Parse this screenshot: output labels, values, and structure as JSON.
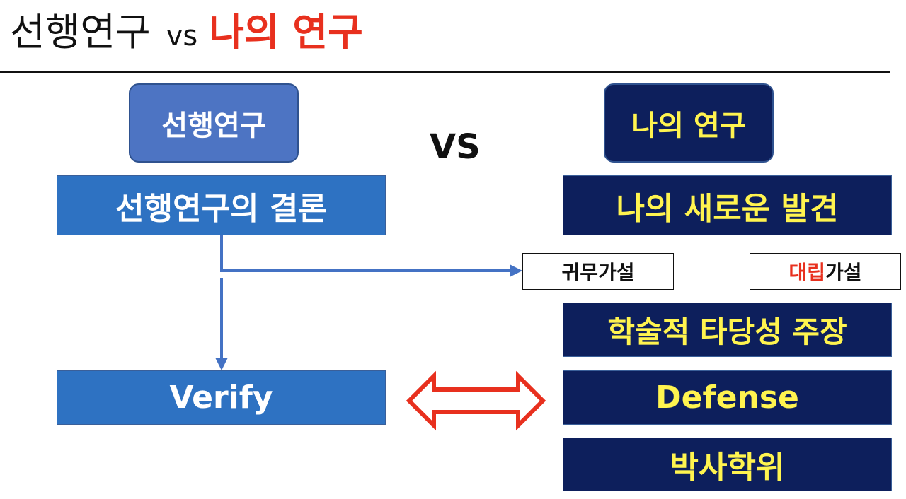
{
  "title": {
    "prefix": "선행연구",
    "vs": "vs",
    "accent": "나의 연구"
  },
  "left": {
    "header": "선행연구",
    "conclusion": "선행연구의 결론",
    "verify": "Verify"
  },
  "center": {
    "vs": "VS"
  },
  "right": {
    "header": "나의 연구",
    "discovery": "나의 새로운 발견",
    "null_hypothesis": "귀무가설",
    "alt_hypothesis_highlight": "대립",
    "alt_hypothesis_rest": "가설",
    "academic_validity": "학술적 타당성 주장",
    "defense": "Defense",
    "phd": "박사학위"
  },
  "colors": {
    "title_accent": "#e8301e",
    "left_header_fill": "#4d74c3",
    "left_box_fill": "#2e72c2",
    "right_box_fill": "#0d1f5c",
    "right_text": "#fff44f",
    "connector": "#4472c4",
    "double_arrow": "#e8301e"
  }
}
